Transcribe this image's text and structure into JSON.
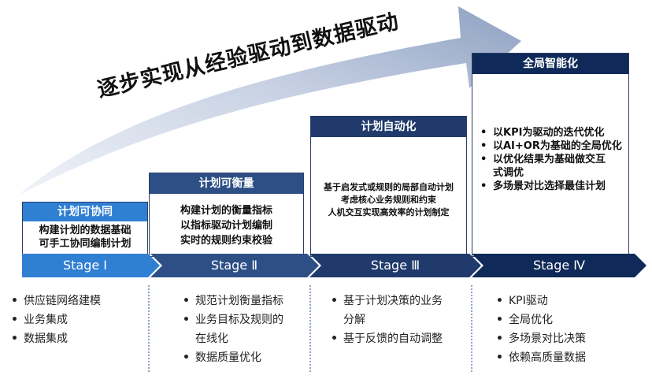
{
  "headline": "逐步实现从经验驱动到数据驱动",
  "colors": {
    "arrow_light": "#e3e8f1",
    "arrow_mid": "#b9c5da",
    "arrow_dark": "#8ea1c2",
    "stage1": "#2f7fd3",
    "stage2": "#2d4f86",
    "stage3": "#1f3a6b",
    "stage4": "#0f2a58"
  },
  "stages": [
    {
      "title": "计划可协同",
      "desc": [
        "构建计划的数据基础",
        "可手工协同编制计划"
      ],
      "label": "Stage Ⅰ",
      "bullets": [
        "供应链网络建模",
        "业务集成",
        "数据集成"
      ]
    },
    {
      "title": "计划可衡量",
      "desc": [
        "构建计划的衡量指标",
        "以指标驱动计划编制",
        "实时的规则约束校验"
      ],
      "label": "Stage Ⅱ",
      "bullets": [
        "规范计划衡量指标",
        "业务目标及规则的",
        "在线化",
        "数据质量优化"
      ]
    },
    {
      "title": "计划自动化",
      "desc": [
        "基于启发式或规则的局部自动计划",
        "考虑核心业务规则和约束",
        "人机交互实现高效率的计划制定"
      ],
      "label": "Stage Ⅲ",
      "bullets": [
        "基于计划决策的业务",
        "分解",
        "基于反馈的自动调整"
      ]
    },
    {
      "title": "全局智能化",
      "desc": [
        "以KPI为驱动的迭代优化",
        "以AI+OR为基础的全局优化",
        "以优化结果为基础做交互",
        "式调优",
        "多场景对比选择最佳计划"
      ],
      "label": "Stage Ⅳ",
      "bullets": [
        "KPI驱动",
        "全局优化",
        "多场景对比决策",
        "依赖高质量数据"
      ]
    }
  ]
}
